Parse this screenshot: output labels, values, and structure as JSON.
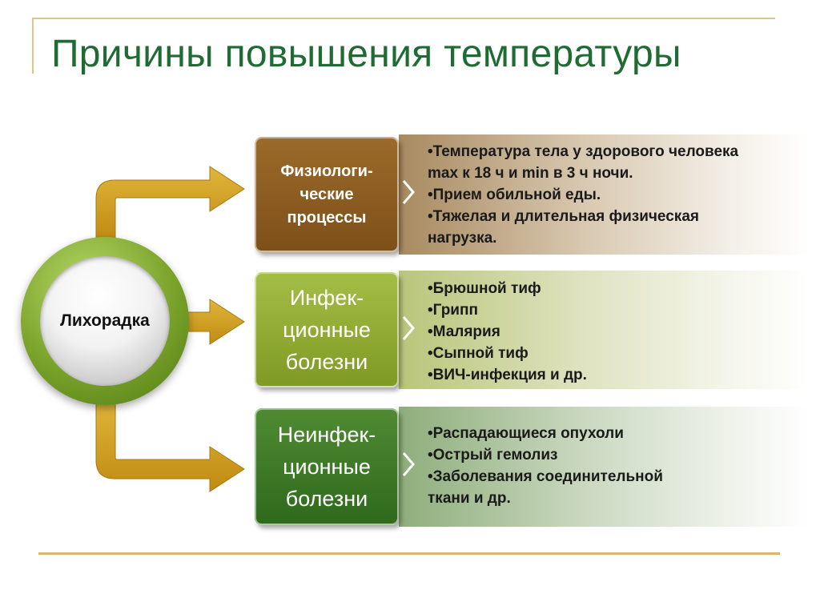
{
  "title": "Причины повышения температуры",
  "center": {
    "label": "Лихорадка"
  },
  "categories": [
    {
      "label_lines": [
        "Физиологи-",
        "ческие",
        "процессы"
      ],
      "color": "#8a5a1c",
      "items": [
        "•Температура тела у здорового человека",
        "max к 18 ч и min в 3 ч ночи.",
        "•Прием обильной еды.",
        "•Тяжелая и длительная физическая",
        "нагрузка."
      ]
    },
    {
      "label_lines": [
        "Инфек-",
        "ционные",
        "болезни"
      ],
      "color": "#8ea832",
      "items": [
        "•Брюшной тиф",
        "•Грипп",
        "•Малярия",
        "•Сыпной тиф",
        "•ВИЧ-инфекция и др."
      ]
    },
    {
      "label_lines": [
        "Неинфек-",
        "ционные",
        "болезни"
      ],
      "color": "#3f7a2a",
      "items": [
        "•Распадающиеся опухоли",
        "•Острый гемолиз",
        "•Заболевания соединительной",
        "ткани и др."
      ]
    }
  ]
}
